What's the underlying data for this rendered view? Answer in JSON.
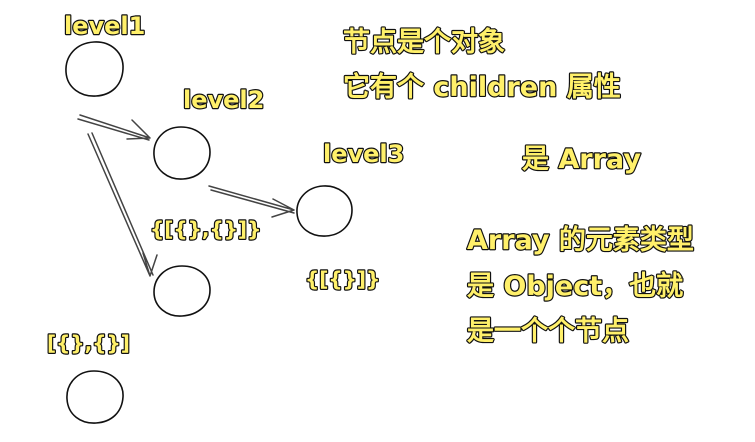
{
  "nodes": [
    {
      "id": "level1",
      "label": "level1"
    },
    {
      "id": "level2",
      "label": "level2"
    },
    {
      "id": "level3",
      "label": "level3"
    }
  ],
  "array_notes": [
    {
      "id": "level2-children",
      "text": "{[{},{}]}"
    },
    {
      "id": "level3-children",
      "text": "{[{}]}"
    },
    {
      "id": "level1-children",
      "text": "[{},{}]"
    }
  ],
  "notes": {
    "node_is_object": "节点是个对象",
    "has_children": "它有个 children 属性",
    "is_array": "是 Array",
    "element_type": "Array 的元素类型",
    "is_object": "是 Object，也就",
    "each_is_node": "是一个个节点"
  }
}
